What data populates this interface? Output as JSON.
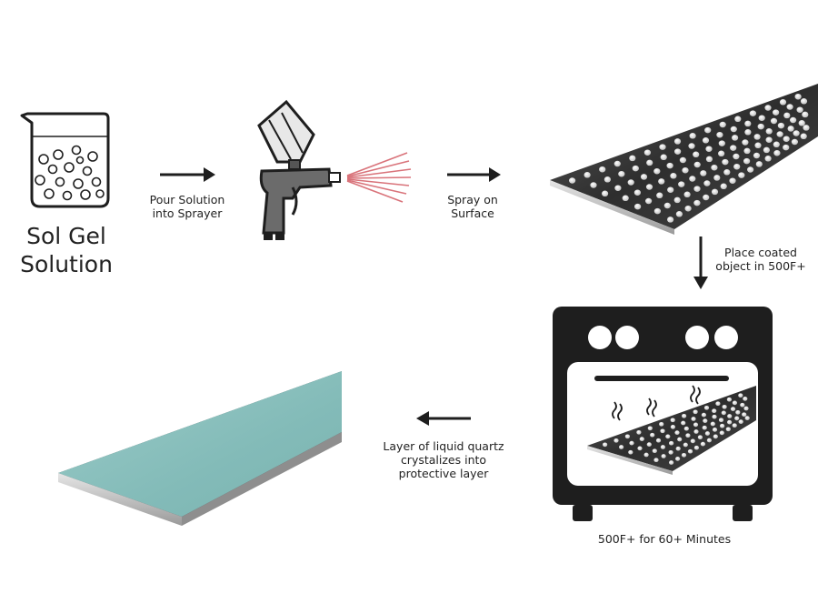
{
  "title_line1": "Sol Gel",
  "title_line2": "Solution",
  "steps": {
    "pour": [
      "Pour Solution",
      "into Sprayer"
    ],
    "spray": [
      "Spray on",
      "Surface"
    ],
    "place": [
      "Place coated",
      "object in 500F+"
    ],
    "bake": "500F+ for 60+ Minutes",
    "crystallize": [
      "Layer of liquid quartz",
      "crystalizes into",
      "protective layer"
    ]
  },
  "colors": {
    "ink": "#1e1e1e",
    "spray_lines": "#d9737a",
    "coating": "#8fc7c4",
    "metal": "#3a3a3a"
  },
  "icons": [
    "beaker-icon",
    "spray-gun-icon",
    "oven-icon",
    "arrow-right-icon",
    "arrow-down-icon",
    "arrow-left-icon",
    "heat-waves-icon"
  ]
}
